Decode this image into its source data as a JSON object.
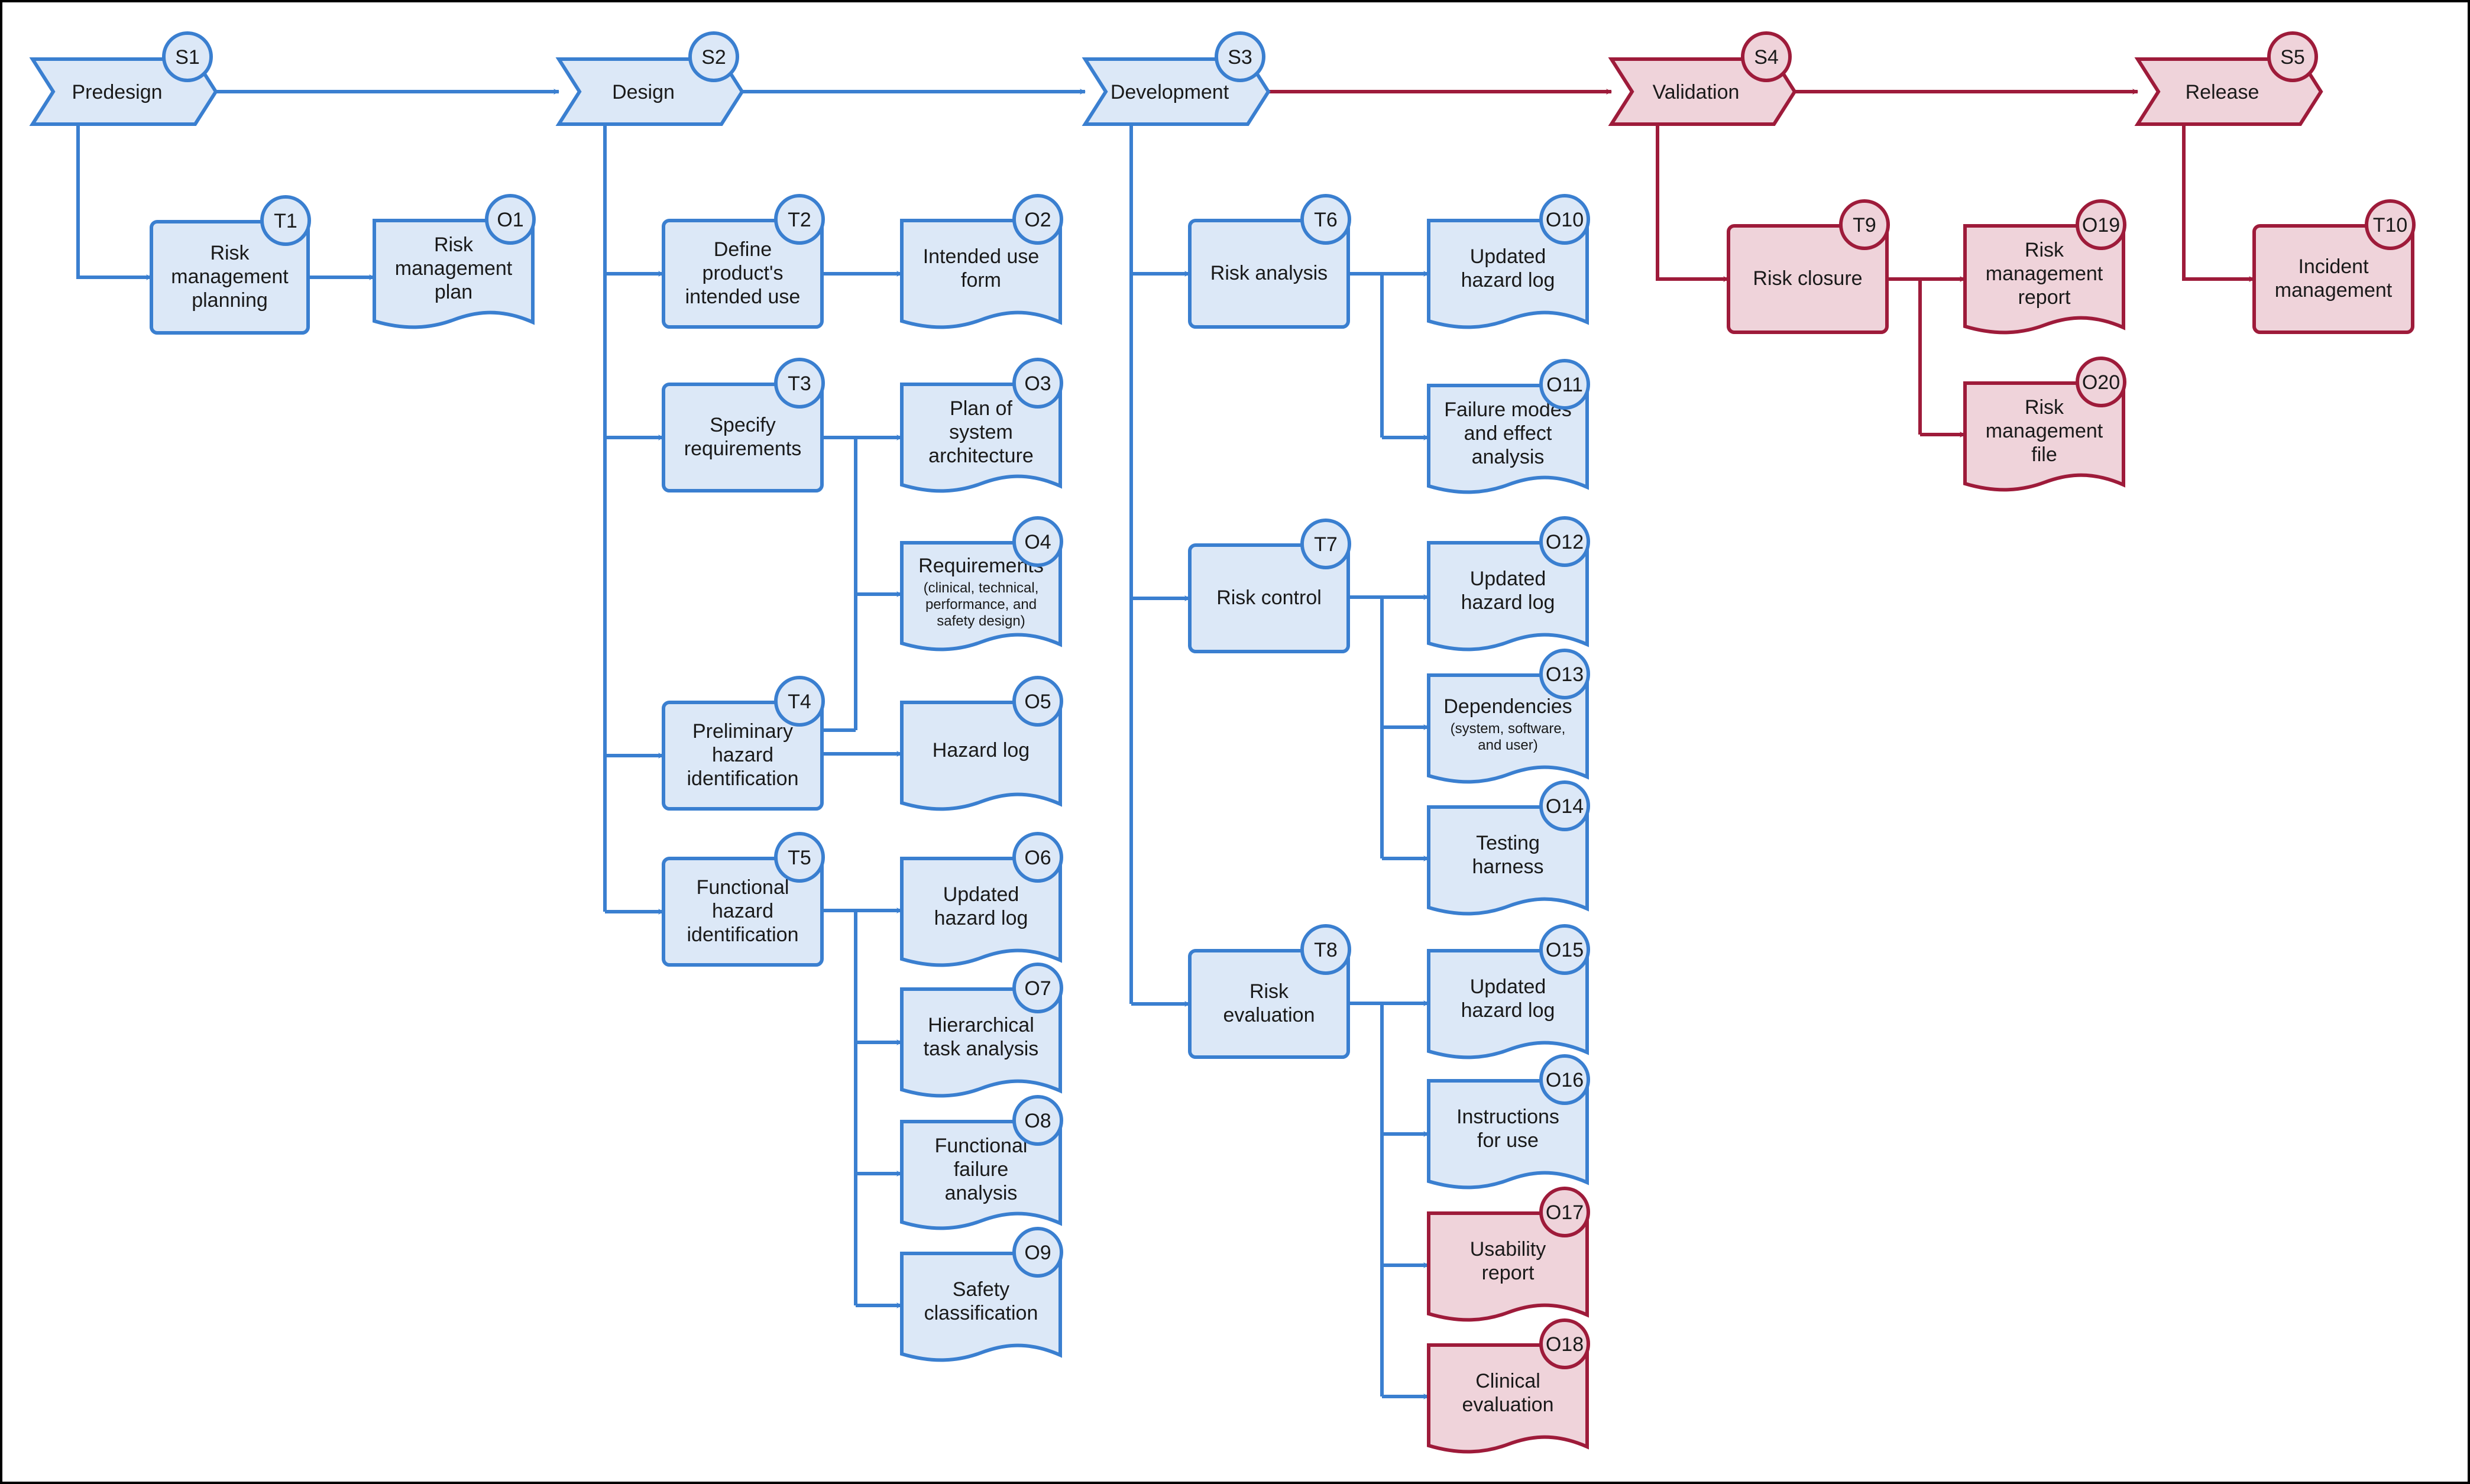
{
  "colors": {
    "blue_stroke": "#3a7fd0",
    "blue_fill": "#dce8f7",
    "red_stroke": "#9e1b3a",
    "red_fill": "#efd3da"
  },
  "stages": {
    "S1": {
      "id": "S1",
      "label": "Predesign",
      "color": "blue"
    },
    "S2": {
      "id": "S2",
      "label": "Design",
      "color": "blue"
    },
    "S3": {
      "id": "S3",
      "label": "Development",
      "color": "blue"
    },
    "S4": {
      "id": "S4",
      "label": "Validation",
      "color": "red"
    },
    "S5": {
      "id": "S5",
      "label": "Release",
      "color": "red"
    }
  },
  "tasks": {
    "T1": {
      "id": "T1",
      "lines": [
        "Risk",
        "management",
        "planning"
      ],
      "color": "blue"
    },
    "T2": {
      "id": "T2",
      "lines": [
        "Define",
        "product's",
        "intended use"
      ],
      "color": "blue"
    },
    "T3": {
      "id": "T3",
      "lines": [
        "Specify",
        "requirements"
      ],
      "color": "blue"
    },
    "T4": {
      "id": "T4",
      "lines": [
        "Preliminary",
        "hazard",
        "identification"
      ],
      "color": "blue"
    },
    "T5": {
      "id": "T5",
      "lines": [
        "Functional",
        "hazard",
        "identification"
      ],
      "color": "blue"
    },
    "T6": {
      "id": "T6",
      "lines": [
        "Risk analysis"
      ],
      "color": "blue"
    },
    "T7": {
      "id": "T7",
      "lines": [
        "Risk control"
      ],
      "color": "blue"
    },
    "T8": {
      "id": "T8",
      "lines": [
        "Risk",
        "evaluation"
      ],
      "color": "blue"
    },
    "T9": {
      "id": "T9",
      "lines": [
        "Risk closure"
      ],
      "color": "red"
    },
    "T10": {
      "id": "T10",
      "lines": [
        "Incident",
        "management"
      ],
      "color": "red"
    }
  },
  "outputs": {
    "O1": {
      "id": "O1",
      "lines": [
        "Risk",
        "management",
        "plan"
      ],
      "color": "blue"
    },
    "O2": {
      "id": "O2",
      "lines": [
        "Intended use",
        "form"
      ],
      "color": "blue"
    },
    "O3": {
      "id": "O3",
      "lines": [
        "Plan of",
        "system",
        "architecture"
      ],
      "color": "blue"
    },
    "O4": {
      "id": "O4",
      "lines": [
        "Requirements"
      ],
      "small": [
        "(clinical, technical,",
        "performance, and",
        "safety design)"
      ],
      "color": "blue"
    },
    "O5": {
      "id": "O5",
      "lines": [
        "Hazard log"
      ],
      "color": "blue"
    },
    "O6": {
      "id": "O6",
      "lines": [
        "Updated",
        "hazard log"
      ],
      "color": "blue"
    },
    "O7": {
      "id": "O7",
      "lines": [
        "Hierarchical",
        "task analysis"
      ],
      "color": "blue"
    },
    "O8": {
      "id": "O8",
      "lines": [
        "Functional",
        "failure",
        "analysis"
      ],
      "color": "blue"
    },
    "O9": {
      "id": "O9",
      "lines": [
        "Safety",
        "classification"
      ],
      "color": "blue"
    },
    "O10": {
      "id": "O10",
      "lines": [
        "Updated",
        "hazard log"
      ],
      "color": "blue"
    },
    "O11": {
      "id": "O11",
      "lines": [
        "Failure modes",
        "and effect",
        "analysis"
      ],
      "color": "blue"
    },
    "O12": {
      "id": "O12",
      "lines": [
        "Updated",
        "hazard log"
      ],
      "color": "blue"
    },
    "O13": {
      "id": "O13",
      "lines": [
        "Dependencies"
      ],
      "small": [
        "(system, software,",
        "and user)"
      ],
      "color": "blue"
    },
    "O14": {
      "id": "O14",
      "lines": [
        "Testing",
        "harness"
      ],
      "color": "blue"
    },
    "O15": {
      "id": "O15",
      "lines": [
        "Updated",
        "hazard log"
      ],
      "color": "blue"
    },
    "O16": {
      "id": "O16",
      "lines": [
        "Instructions",
        "for use"
      ],
      "color": "blue"
    },
    "O17": {
      "id": "O17",
      "lines": [
        "Usability",
        "report"
      ],
      "color": "red"
    },
    "O18": {
      "id": "O18",
      "lines": [
        "Clinical",
        "evaluation"
      ],
      "color": "red"
    },
    "O19": {
      "id": "O19",
      "lines": [
        "Risk",
        "management",
        "report"
      ],
      "color": "red"
    },
    "O20": {
      "id": "O20",
      "lines": [
        "Risk",
        "management",
        "file"
      ],
      "color": "red"
    }
  }
}
